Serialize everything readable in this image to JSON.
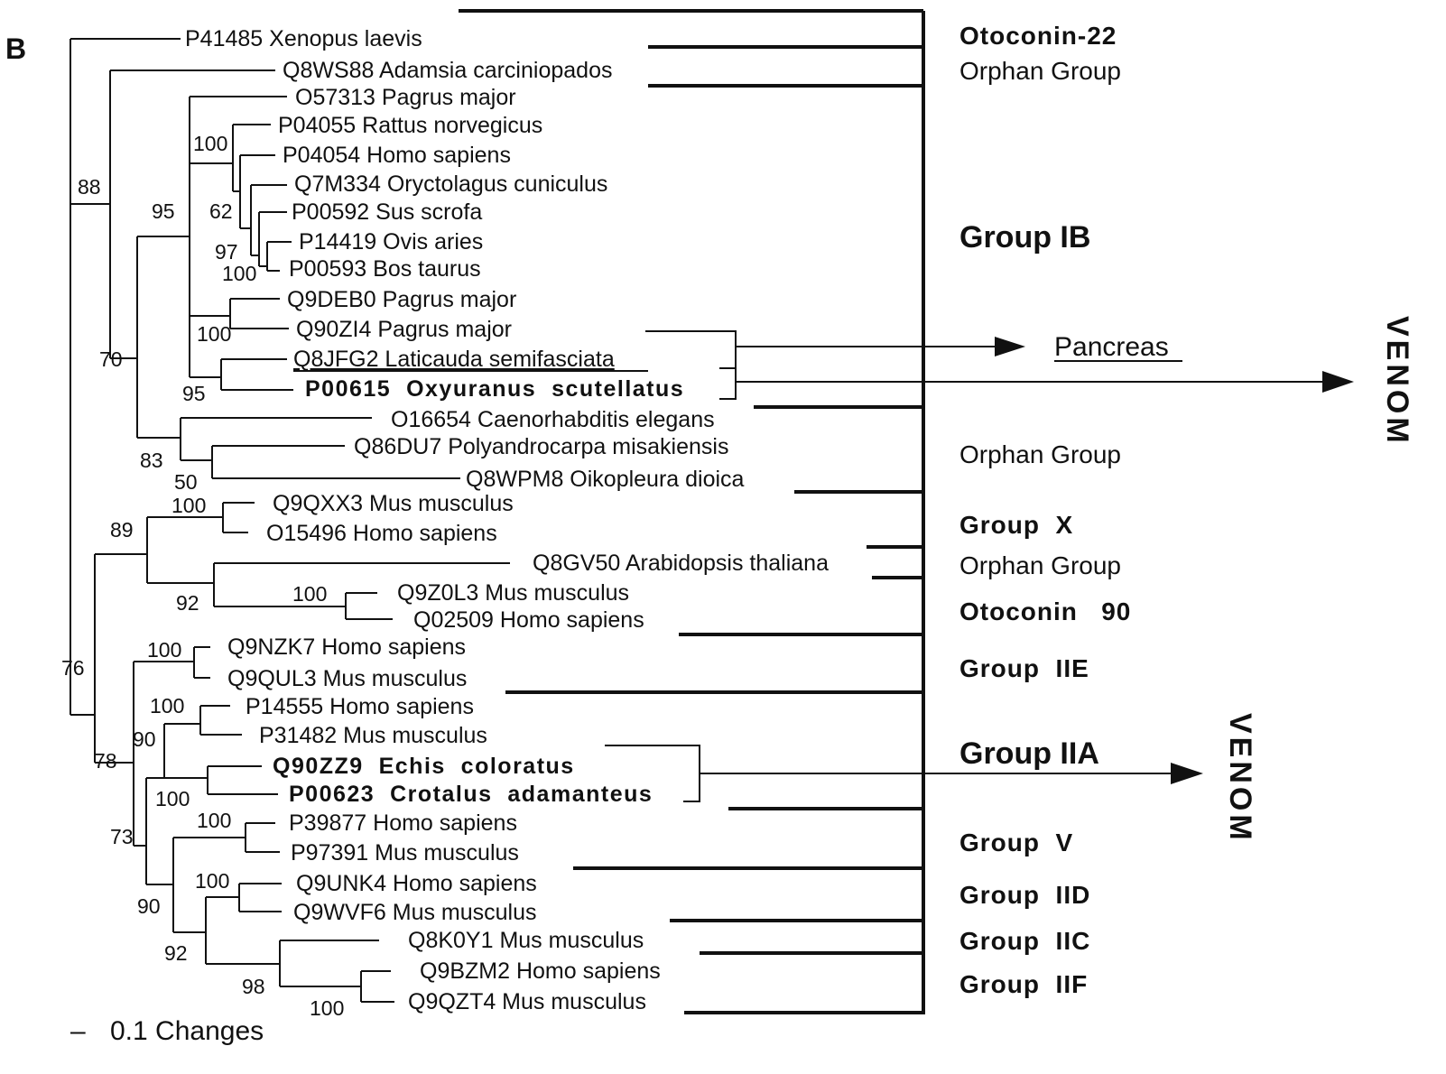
{
  "panel_label": "B",
  "scale_bar": {
    "dash": "–",
    "label": "0.1 Changes"
  },
  "taxa": [
    {
      "id": "t1",
      "label": "P41485 Xenopus laevis"
    },
    {
      "id": "t2",
      "label": "Q8WS88 Adamsia carciniopados"
    },
    {
      "id": "t3",
      "label": "O57313 Pagrus major"
    },
    {
      "id": "t4",
      "label": "P04055 Rattus norvegicus"
    },
    {
      "id": "t5",
      "label": "P04054 Homo sapiens"
    },
    {
      "id": "t6",
      "label": "Q7M334 Oryctolagus cuniculus"
    },
    {
      "id": "t7",
      "label": "P00592 Sus scrofa"
    },
    {
      "id": "t8",
      "label": "P14419 Ovis aries"
    },
    {
      "id": "t9",
      "label": "P00593 Bos taurus"
    },
    {
      "id": "t10",
      "label": "Q9DEB0 Pagrus major"
    },
    {
      "id": "t11",
      "label": "Q90ZI4 Pagrus major"
    },
    {
      "id": "t12",
      "label": "Q8JFG2 Laticauda semifasciata",
      "underline": true
    },
    {
      "id": "t13",
      "label": "P00615  Oxyuranus  scutellatus",
      "bold": true
    },
    {
      "id": "t14",
      "label": "O16654 Caenorhabditis elegans"
    },
    {
      "id": "t15",
      "label": "Q86DU7 Polyandrocarpa misakiensis"
    },
    {
      "id": "t16",
      "label": "Q8WPM8 Oikopleura dioica"
    },
    {
      "id": "t17",
      "label": "Q9QXX3 Mus musculus"
    },
    {
      "id": "t18",
      "label": "O15496 Homo sapiens"
    },
    {
      "id": "t19",
      "label": "Q8GV50 Arabidopsis thaliana"
    },
    {
      "id": "t20",
      "label": "Q9Z0L3 Mus musculus"
    },
    {
      "id": "t21",
      "label": "Q02509 Homo sapiens"
    },
    {
      "id": "t22",
      "label": "Q9NZK7 Homo sapiens"
    },
    {
      "id": "t23",
      "label": "Q9QUL3 Mus musculus"
    },
    {
      "id": "t24",
      "label": "P14555 Homo sapiens"
    },
    {
      "id": "t25",
      "label": "P31482 Mus musculus"
    },
    {
      "id": "t26",
      "label": "Q90ZZ9  Echis  coloratus",
      "bold": true
    },
    {
      "id": "t27",
      "label": "P00623  Crotalus  adamanteus",
      "bold": true
    },
    {
      "id": "t28",
      "label": "P39877 Homo sapiens"
    },
    {
      "id": "t29",
      "label": "P97391 Mus musculus"
    },
    {
      "id": "t30",
      "label": "Q9UNK4 Homo sapiens"
    },
    {
      "id": "t31",
      "label": "Q9WVF6 Mus musculus"
    },
    {
      "id": "t32",
      "label": "Q8K0Y1 Mus musculus"
    },
    {
      "id": "t33",
      "label": "Q9BZM2 Homo sapiens"
    },
    {
      "id": "t34",
      "label": "Q9QZT4 Mus musculus"
    }
  ],
  "bootstrap": [
    "88",
    "95",
    "100",
    "62",
    "97",
    "100",
    "100",
    "70",
    "95",
    "83",
    "50",
    "100",
    "89",
    "92",
    "100",
    "76",
    "100",
    "100",
    "90",
    "78",
    "100",
    "100",
    "73",
    "90",
    "100",
    "92",
    "98",
    "100"
  ],
  "groups": [
    {
      "id": "g-otoconin22",
      "label": "Otoconin-22",
      "style": "bold"
    },
    {
      "id": "g-orphan1",
      "label": "Orphan Group",
      "style": "normal"
    },
    {
      "id": "g-ib",
      "label": "Group IB",
      "style": "big"
    },
    {
      "id": "g-orphan2",
      "label": "Orphan Group",
      "style": "normal"
    },
    {
      "id": "g-x",
      "label": "Group  X",
      "style": "bold"
    },
    {
      "id": "g-orphan3",
      "label": "Orphan Group",
      "style": "normal"
    },
    {
      "id": "g-otoconin90",
      "label": "Otoconin   90",
      "style": "bold"
    },
    {
      "id": "g-iie",
      "label": "Group  IIE",
      "style": "bold"
    },
    {
      "id": "g-iia",
      "label": "Group IIA",
      "style": "big"
    },
    {
      "id": "g-v",
      "label": "Group  V",
      "style": "bold"
    },
    {
      "id": "g-iid",
      "label": "Group  IID",
      "style": "bold"
    },
    {
      "id": "g-iic",
      "label": "Group  IIC",
      "style": "bold"
    },
    {
      "id": "g-iif",
      "label": "Group  IIF",
      "style": "bold"
    }
  ],
  "annotations": {
    "pancreas": "Pancreas",
    "venom_top": "VENOM",
    "venom_bottom": "VENOM"
  }
}
